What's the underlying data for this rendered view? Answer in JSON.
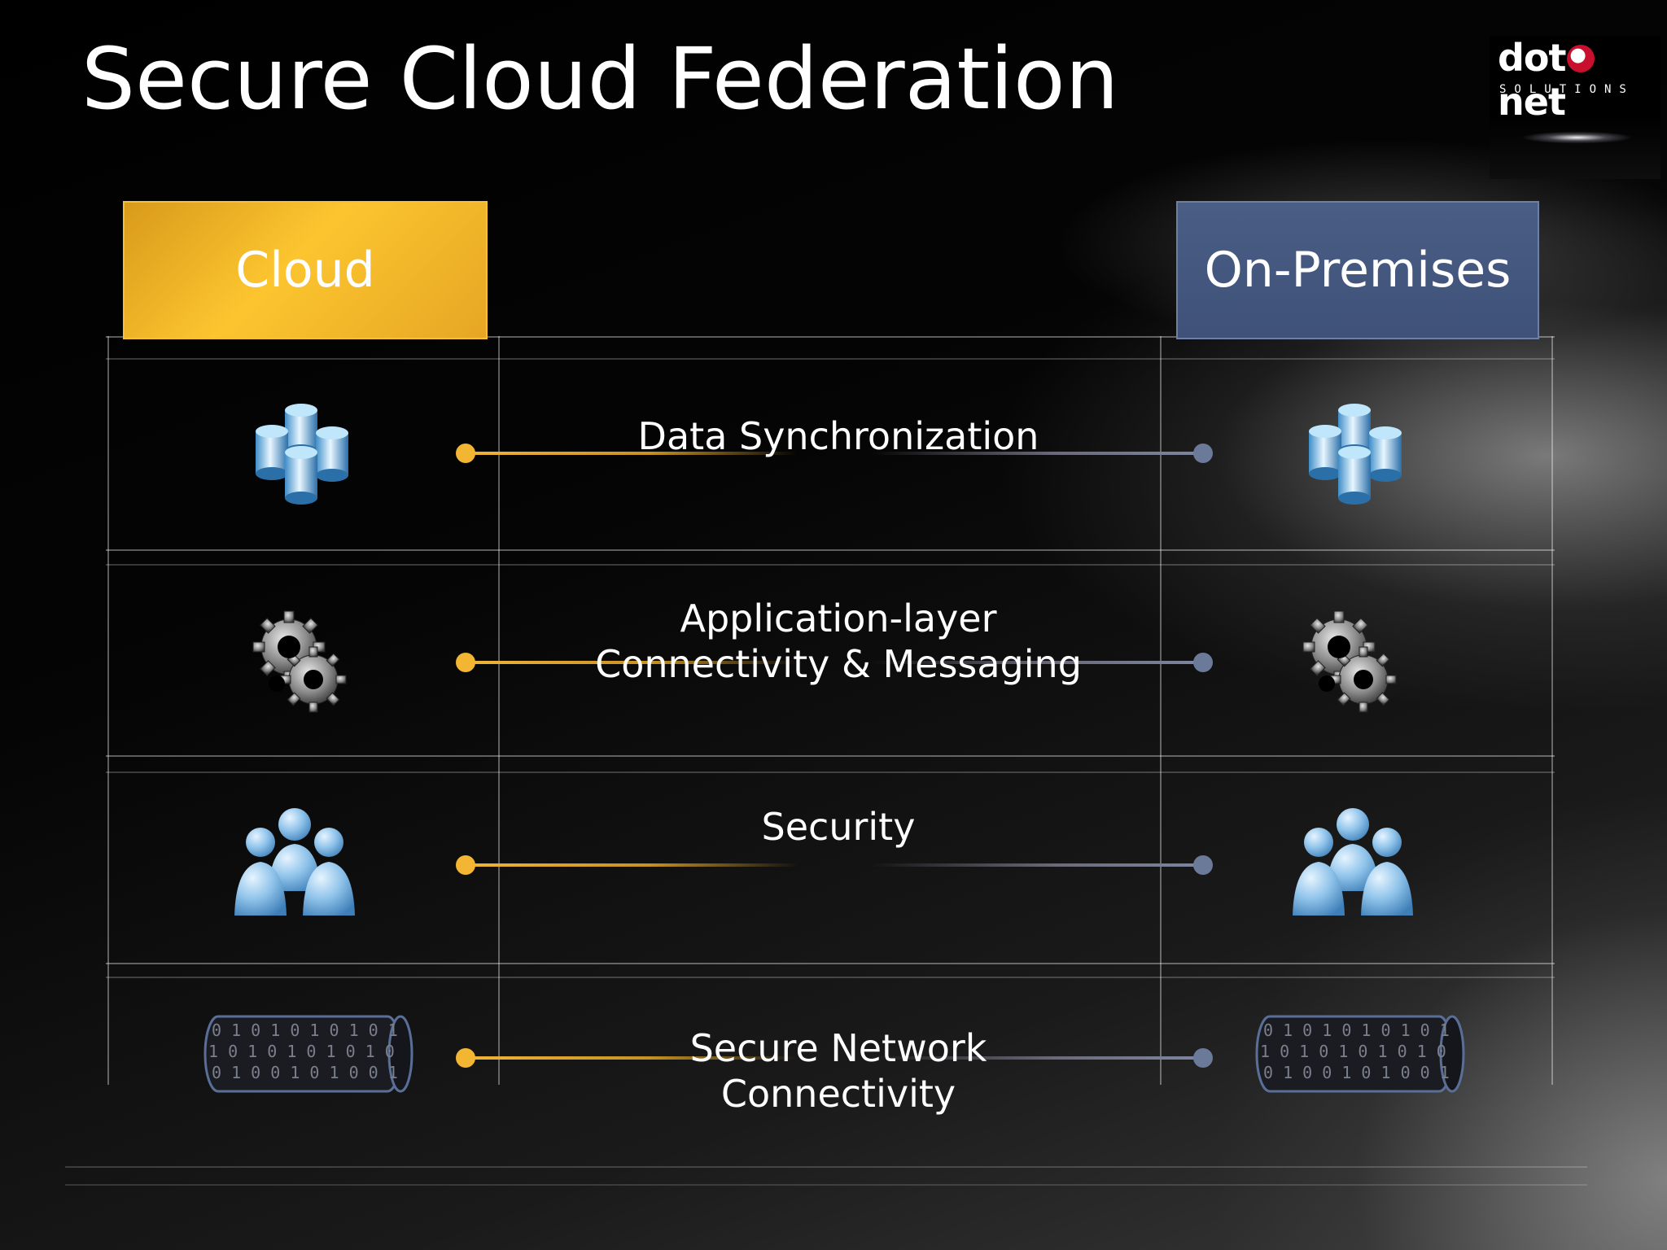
{
  "title": "Secure Cloud Federation",
  "logo": {
    "word": "dot●net",
    "subtitle": "SOLUTIONS"
  },
  "columns": {
    "left": "Cloud",
    "right": "On-Premises"
  },
  "rows": [
    {
      "label": "Data Synchronization",
      "icon": "database-icon"
    },
    {
      "label": "Application-layer\nConnectivity & Messaging",
      "icon": "gears-icon"
    },
    {
      "label": "Security",
      "icon": "users-icon"
    },
    {
      "label": "Secure Network\nConnectivity",
      "icon": "binary-pipe-icon"
    }
  ],
  "colors": {
    "cloud": "#fcc52f",
    "on_premises": "#44577d",
    "left_dot": "#f2b632",
    "right_dot": "#6c7a99"
  }
}
